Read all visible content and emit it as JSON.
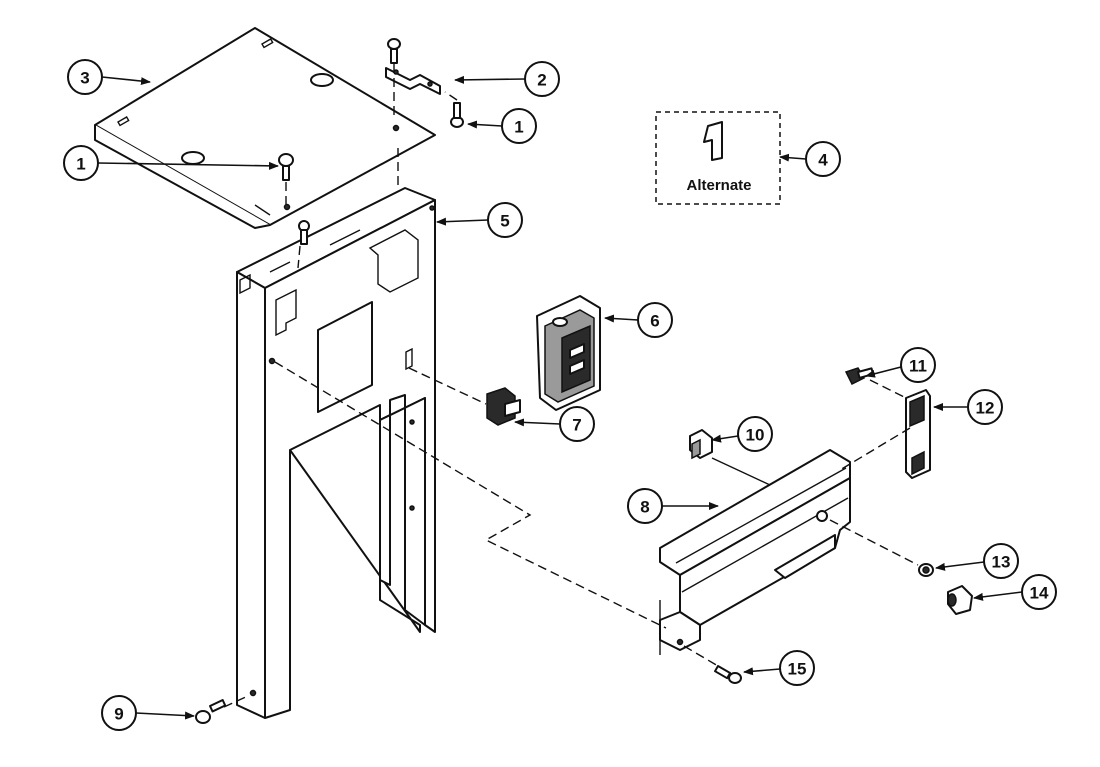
{
  "callouts": [
    {
      "id": "c3",
      "number": "3"
    },
    {
      "id": "c2",
      "number": "2"
    },
    {
      "id": "c1a",
      "number": "1"
    },
    {
      "id": "c1b",
      "number": "1"
    },
    {
      "id": "c4",
      "number": "4"
    },
    {
      "id": "c5",
      "number": "5"
    },
    {
      "id": "c6",
      "number": "6"
    },
    {
      "id": "c7",
      "number": "7"
    },
    {
      "id": "c11",
      "number": "11"
    },
    {
      "id": "c12",
      "number": "12"
    },
    {
      "id": "c10",
      "number": "10"
    },
    {
      "id": "c8",
      "number": "8"
    },
    {
      "id": "c13",
      "number": "13"
    },
    {
      "id": "c14",
      "number": "14"
    },
    {
      "id": "c15",
      "number": "15"
    },
    {
      "id": "c9",
      "number": "9"
    }
  ],
  "alternate_label": "Alternate"
}
